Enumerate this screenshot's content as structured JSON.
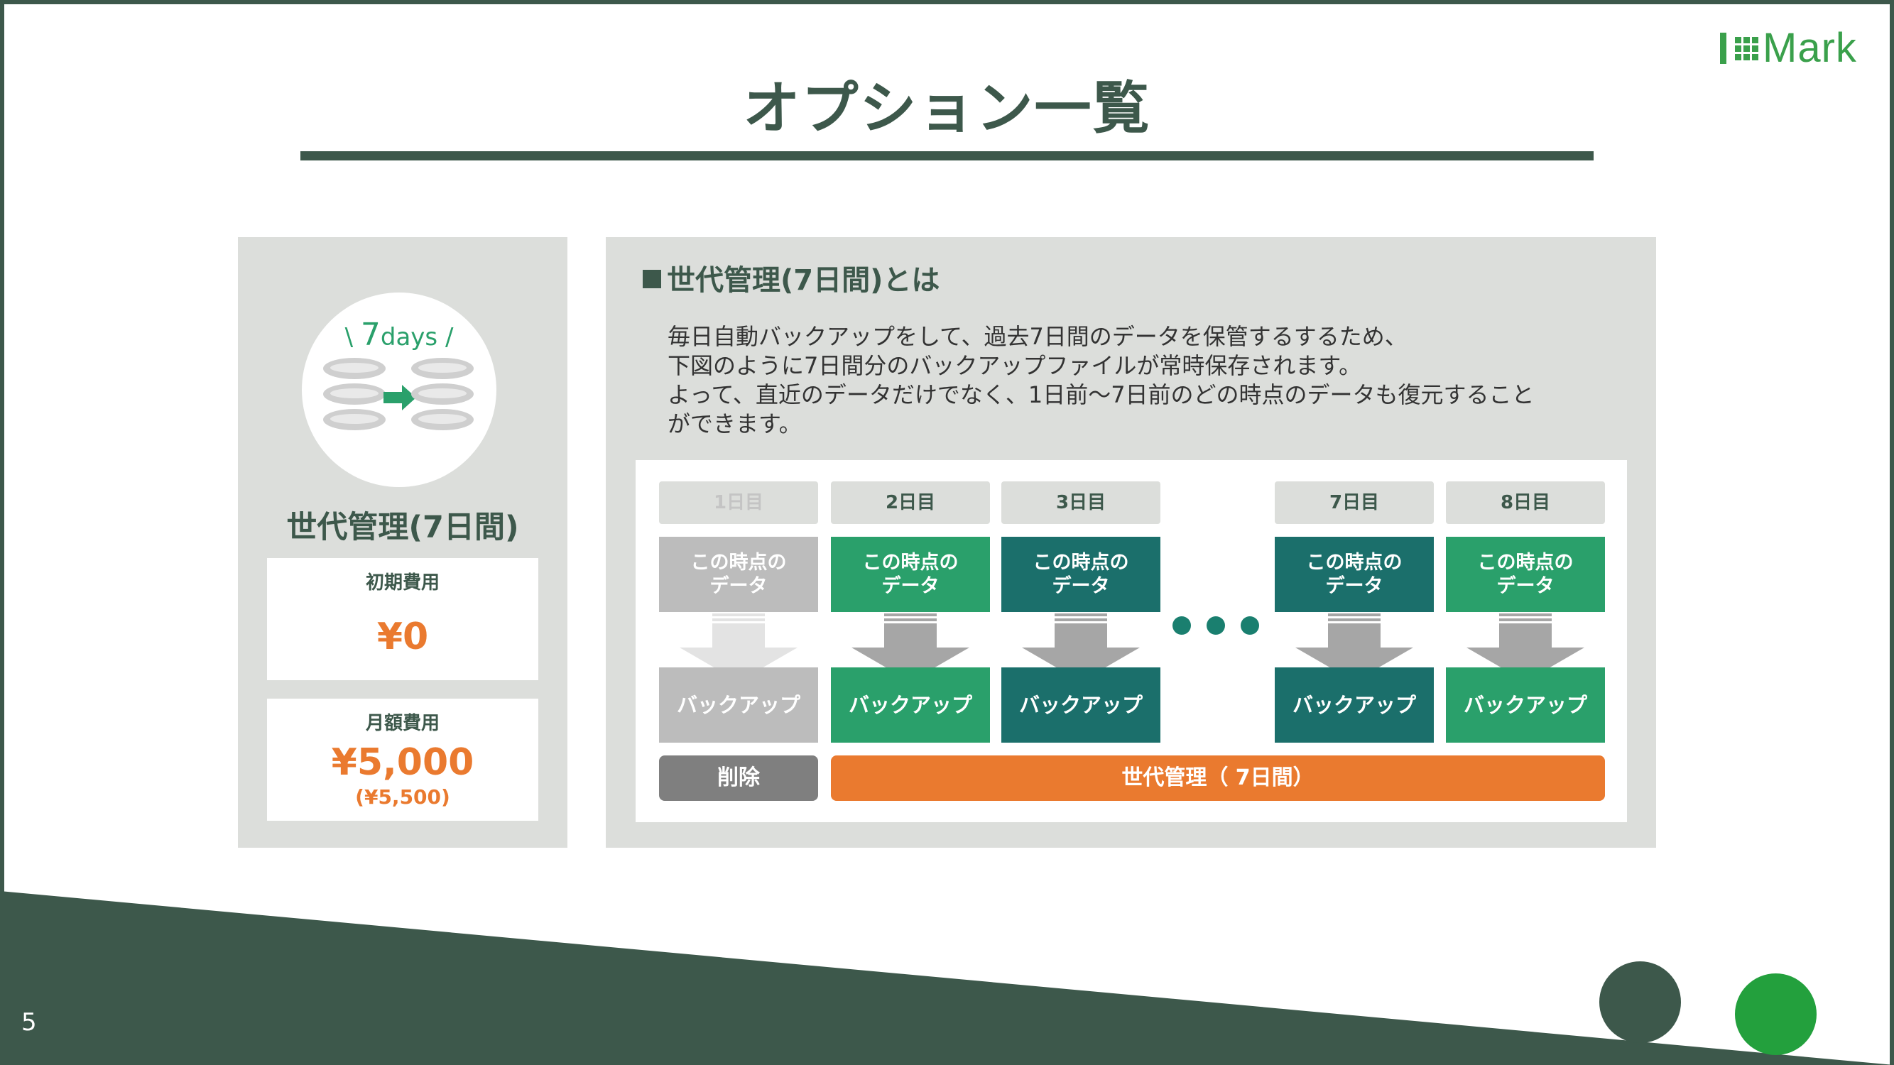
{
  "logo": {
    "text": "Mark"
  },
  "title": "オプション一覧",
  "left_panel": {
    "badge_text": "7",
    "badge_unit": "days",
    "badge_prefix": "\\",
    "badge_suffix": "/",
    "product_name": "世代管理(7日間)",
    "initial_cost_label": "初期費用",
    "initial_cost_value": "¥0",
    "monthly_cost_label": "月額費用",
    "monthly_cost_value": "¥5,000",
    "monthly_cost_tax": "(¥5,500)"
  },
  "right_panel": {
    "heading": "世代管理(7日間)とは",
    "description": [
      "毎日自動バックアップをして、過去7日間のデータを保管するするため、",
      "下図のように7日間分のバックアップファイルが常時保存されます。",
      "よって、直近のデータだけでなく、1日前～7日前のどの時点のデータも復元すること",
      "ができます。"
    ],
    "columns": [
      {
        "day": "1日目",
        "point_line1": "この時点の",
        "point_line2": "データ",
        "backup": "バックアップ"
      },
      {
        "day": "2日目",
        "point_line1": "この時点の",
        "point_line2": "データ",
        "backup": "バックアップ"
      },
      {
        "day": "3日目",
        "point_line1": "この時点の",
        "point_line2": "データ",
        "backup": "バックアップ"
      },
      {
        "day": "7日目",
        "point_line1": "この時点の",
        "point_line2": "データ",
        "backup": "バックアップ"
      },
      {
        "day": "8日目",
        "point_line1": "この時点の",
        "point_line2": "データ",
        "backup": "バックアップ"
      }
    ],
    "delete_label": "削除",
    "generation_label": "世代管理（ 7日間）"
  },
  "colors": {
    "dark_green": "#3d584b",
    "green": "#2aa06b",
    "teal": "#1b6f6b",
    "orange": "#ea7a2f",
    "gray": "#bcbcbc",
    "panel_gray": "#dcdedb"
  },
  "page_number": "5"
}
